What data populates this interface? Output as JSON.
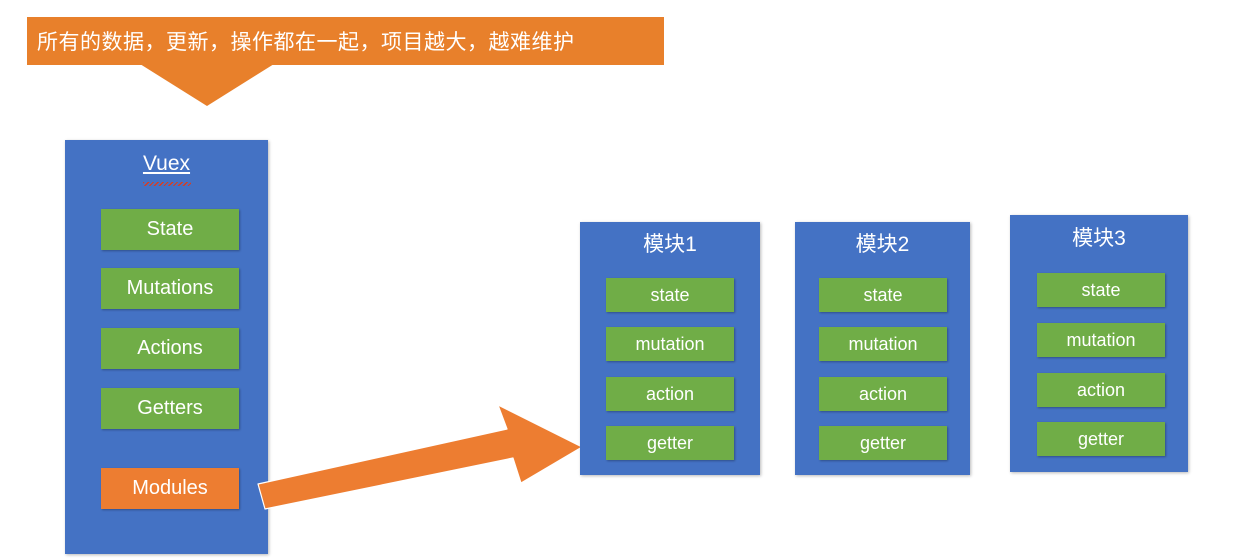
{
  "callout": {
    "text": "所有的数据，更新，操作都在一起，项目越大，越难维护",
    "fill": "#E8802B",
    "text_color": "#FFFFFF"
  },
  "vuex_panel": {
    "title": "Vuex",
    "fill": "#4472C4",
    "spellcheck_underline_color": "#E03A17",
    "items": [
      {
        "label": "State",
        "color": "#70AD47"
      },
      {
        "label": "Mutations",
        "color": "#70AD47"
      },
      {
        "label": "Actions",
        "color": "#70AD47"
      },
      {
        "label": "Getters",
        "color": "#70AD47"
      },
      {
        "label": "Modules",
        "color": "#ED7D31"
      }
    ]
  },
  "arrow": {
    "name": "modules-to-modules-arrow",
    "color": "#ED7D31",
    "direction": "right-up"
  },
  "modules": [
    {
      "title": "模块1",
      "items": [
        {
          "label": "state"
        },
        {
          "label": "mutation"
        },
        {
          "label": "action"
        },
        {
          "label": "getter"
        }
      ]
    },
    {
      "title": "模块2",
      "items": [
        {
          "label": "state"
        },
        {
          "label": "mutation"
        },
        {
          "label": "action"
        },
        {
          "label": "getter"
        }
      ]
    },
    {
      "title": "模块3",
      "items": [
        {
          "label": "state"
        },
        {
          "label": "mutation"
        },
        {
          "label": "action"
        },
        {
          "label": "getter"
        }
      ]
    }
  ],
  "colors": {
    "blue": "#4472C4",
    "green": "#70AD47",
    "orange": "#ED7D31",
    "callout_orange": "#E8802B",
    "white": "#FFFFFF",
    "background": "#FFFFFF"
  }
}
